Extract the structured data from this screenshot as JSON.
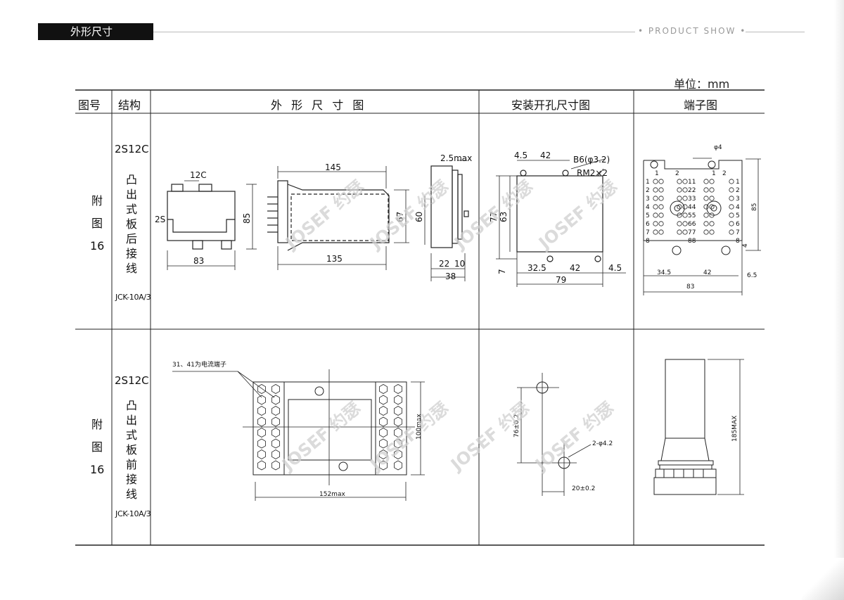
{
  "header": {
    "section_title": "外形尺寸",
    "tagline": "• PRODUCT SHOW •"
  },
  "unit_label": "单位：mm",
  "table": {
    "headers": [
      "图号",
      "结构",
      "外 形 尺 寸 图",
      "安装开孔尺寸图",
      "端子图"
    ],
    "rows": [
      {
        "figure_chars": [
          "附",
          "图",
          "16"
        ],
        "model": "2S12C",
        "structure_chars": [
          "凸",
          "出",
          "式",
          "板",
          "后",
          "接",
          "线"
        ],
        "code": "JCK-10A/3"
      },
      {
        "figure_chars": [
          "附",
          "图",
          "16"
        ],
        "model": "2S12C",
        "structure_chars": [
          "凸",
          "出",
          "式",
          "板",
          "前",
          "接",
          "线"
        ],
        "code": "JCK-10A/3"
      }
    ]
  },
  "drawing_labels": {
    "r1_front": {
      "top": "12C",
      "left": "2S",
      "height": "85",
      "width": "83"
    },
    "r1_side": {
      "length": "145",
      "base": "135",
      "h1": "67",
      "h2": "60"
    },
    "r1_thin": {
      "top": "2.5max",
      "w1": "22",
      "w2": "10",
      "total": "38"
    },
    "r1_cutout": {
      "d1": "4.5",
      "d2": "42",
      "hole": "B6(φ3.2)",
      "thread": "RM2×2",
      "h1": "77",
      "h2": "63",
      "b1": "7",
      "b2": "32.5",
      "b3": "42",
      "b4": "4.5",
      "total": "79"
    },
    "r1_terminal": {
      "hole": "φ4",
      "height": "85",
      "small": "4",
      "w1": "34.5",
      "w2": "42",
      "w3": "6.5",
      "total": "83",
      "nums_left": [
        "1",
        "2",
        "3",
        "4",
        "5",
        "6",
        "7",
        "8"
      ],
      "nums_right": [
        "1",
        "2",
        "3",
        "4",
        "5",
        "6",
        "7",
        "8"
      ],
      "nums_mid": [
        "11",
        "22",
        "33",
        "44",
        "55",
        "66",
        "77",
        "88"
      ],
      "top_left": [
        "1",
        "2"
      ],
      "top_right": [
        "1",
        "2"
      ]
    },
    "r2_front": {
      "note": "31、41为电流端子",
      "height": "100max",
      "width": "152max"
    },
    "r2_cutout": {
      "h": "76±0.2",
      "hole": "2-φ4.2",
      "w": "20±0.2"
    },
    "r2_terminal": {
      "height": "185MAX"
    }
  },
  "watermark": "JOSEF 约瑟"
}
